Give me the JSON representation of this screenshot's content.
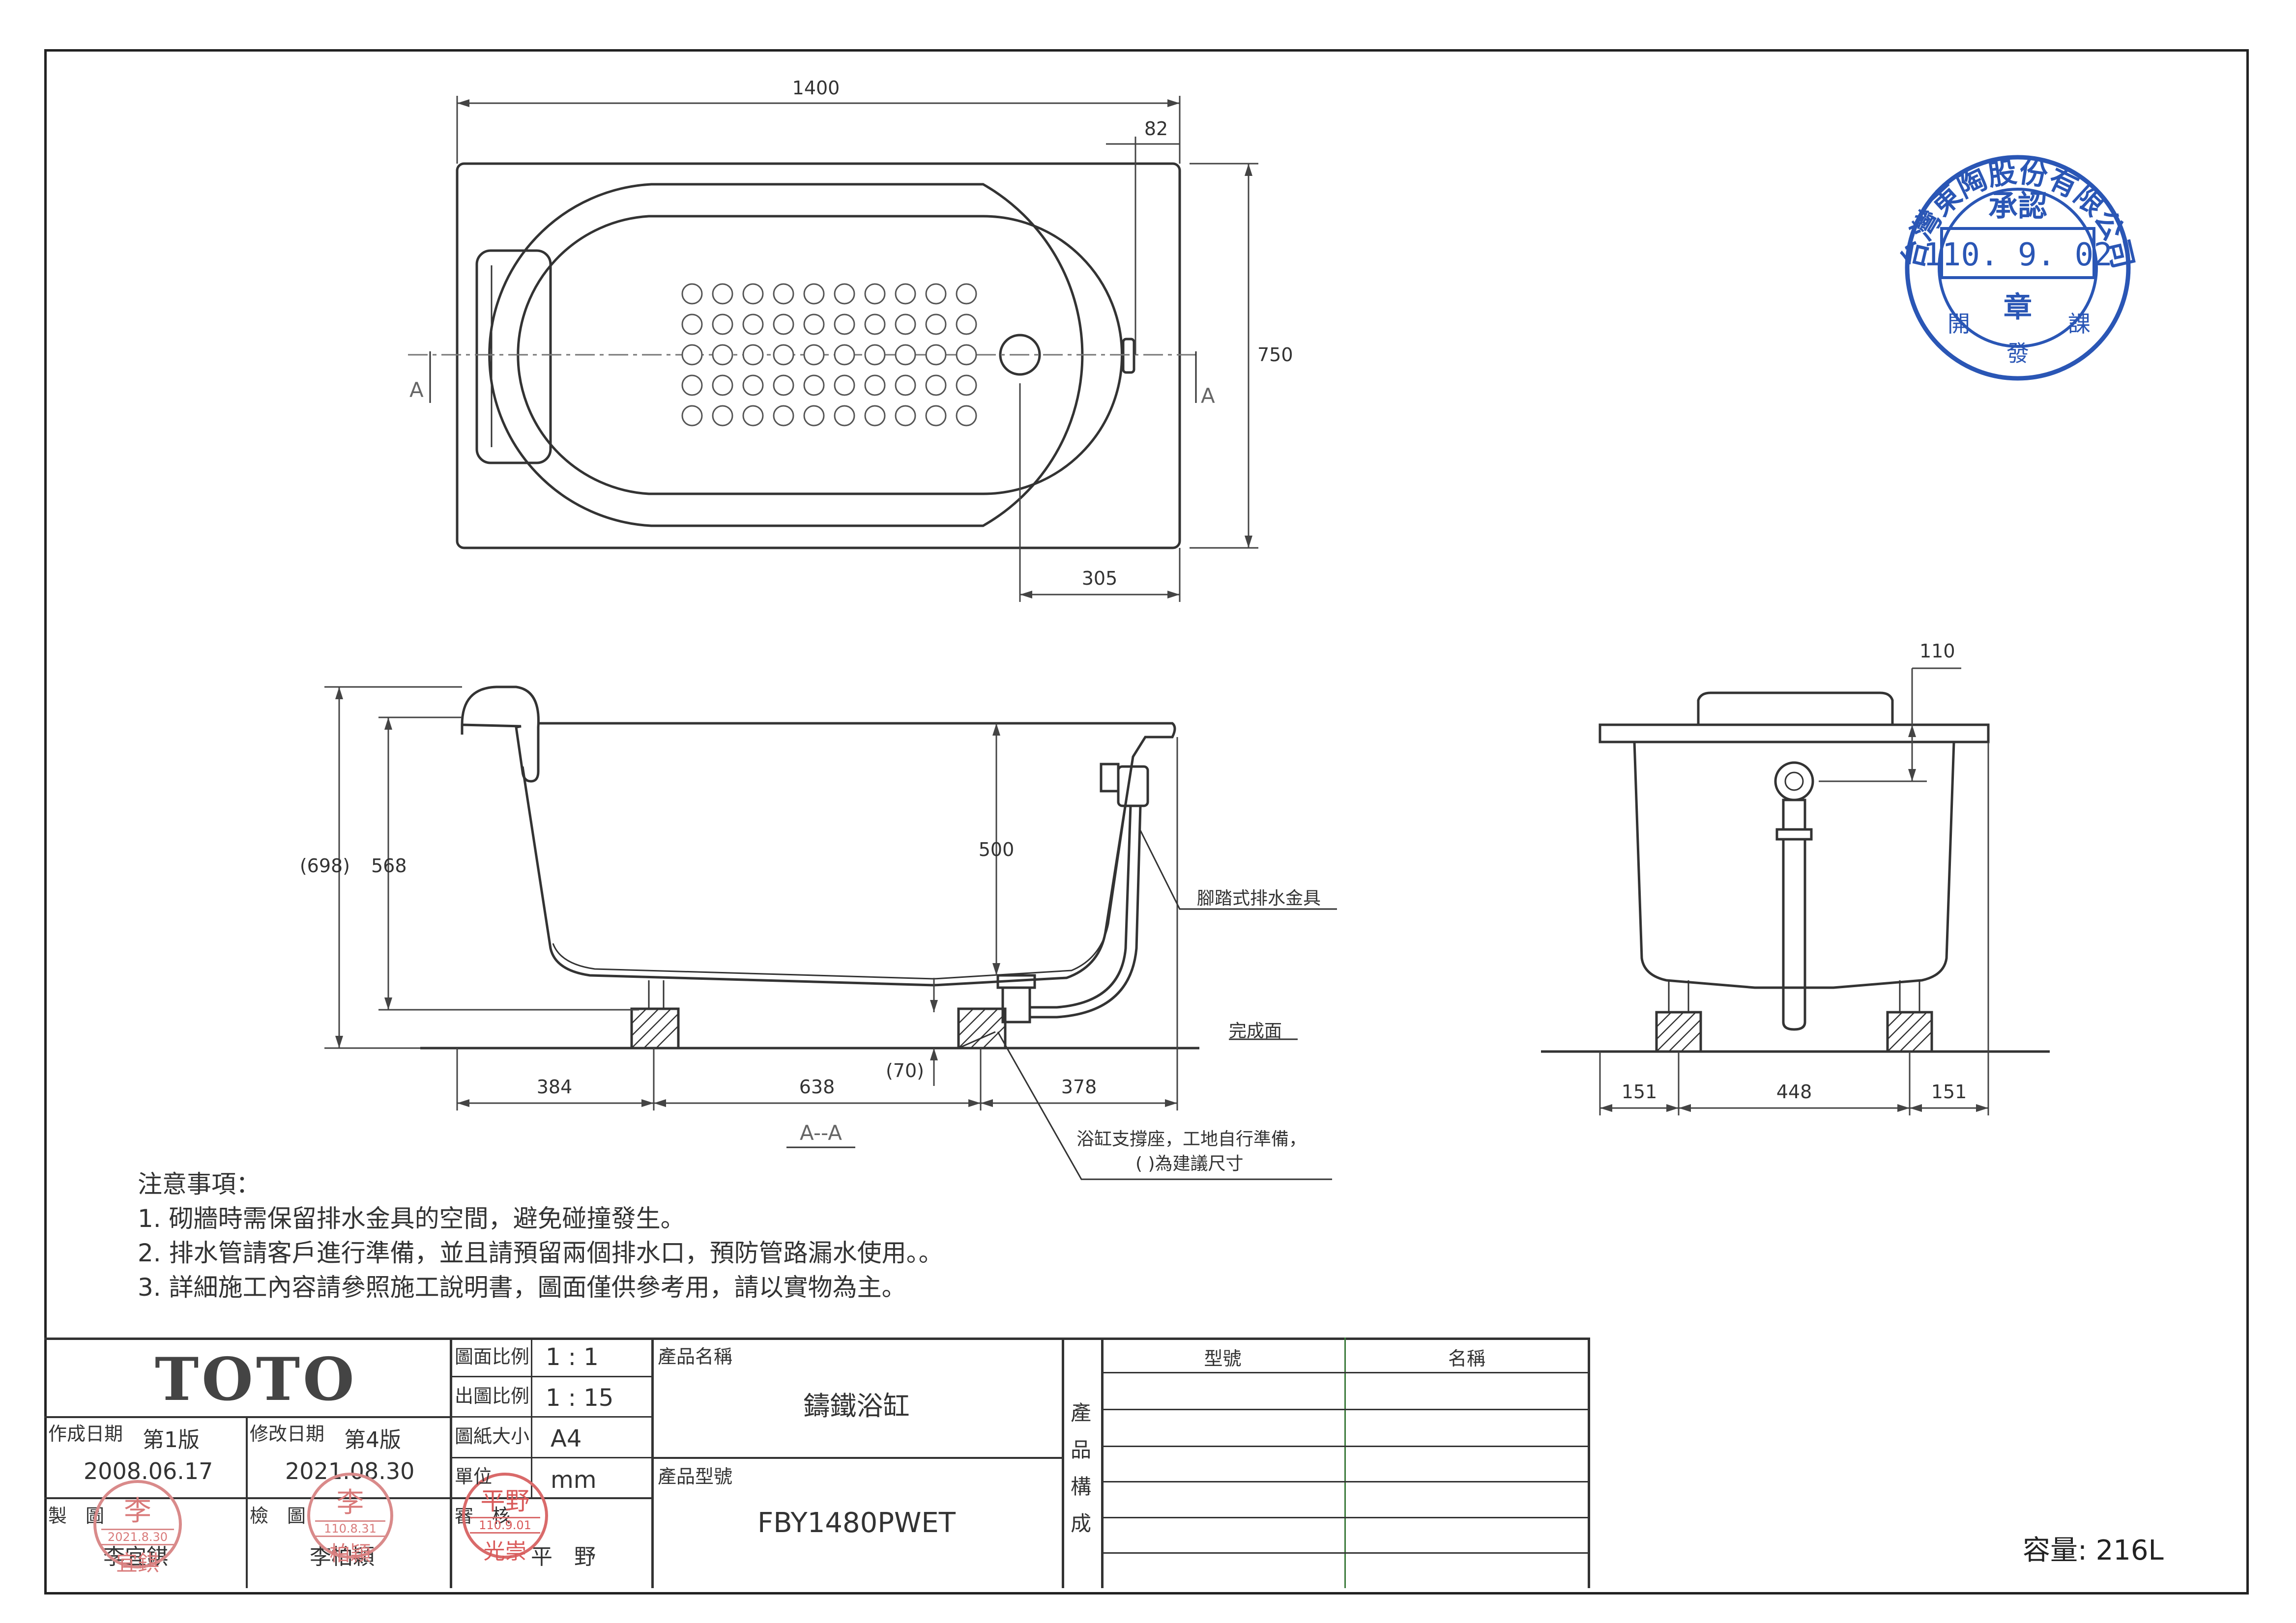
{
  "plan_view": {
    "dim_length": "1400",
    "dim_edge": "82",
    "dim_width": "750",
    "dim_drain": "305",
    "section_mark": "A"
  },
  "section_view": {
    "dim_height_total": "(698)",
    "dim_height": "568",
    "dim_depth": "500",
    "dim_gap": "(70)",
    "dim_left": "384",
    "dim_mid": "638",
    "dim_right": "378",
    "label_drain": "腳踏式排水金具",
    "label_floor": "完成面",
    "label_support": "浴缸支撐座，工地自行準備，",
    "label_paren": "(    )為建議尺寸",
    "section_title": "A--A"
  },
  "side_view": {
    "dim_top": "110",
    "dim_left": "151",
    "dim_mid": "448",
    "dim_right": "151"
  },
  "notes": {
    "title": "注意事項：",
    "items": [
      "1. 砌牆時需保留排水金具的空間，避免碰撞發生。",
      "2. 排水管請客戶進行準備，並且請預留兩個排水口，預防管路漏水使用。。",
      "3. 詳細施工內容請參照施工說明書，圖面僅供參考用，請以實物為主。"
    ]
  },
  "stamp_blue": {
    "ring_text": "台灣東陶股份有限公司",
    "center": "承認",
    "date": "110. 9. 02",
    "seal": "章",
    "left": "開",
    "bottom": "發",
    "right": "課"
  },
  "title_block": {
    "logo": "TOTO",
    "created_label": "作成日期",
    "created_version": "第1版",
    "created_date": "2008.06.17",
    "revised_label": "修改日期",
    "revised_version": "第4版",
    "revised_date": "2021.08.30",
    "drawn_label": "製　圖",
    "drawn_name": "李宜錤",
    "checked_label": "檢　圖",
    "checked_name": "李柏穎",
    "approved_label": "審　核",
    "approved_name": "平　野",
    "stamp1_top": "李",
    "stamp1_date": "2021.8.30",
    "stamp1_bottom": "宜錤",
    "stamp2_top": "李",
    "stamp2_date": "110.8.31",
    "stamp2_bottom": "柏穎",
    "stamp3_top": "平野",
    "stamp3_date": "110.9.01",
    "stamp3_bottom": "光崇",
    "scale_label": "圖面比例",
    "scale_value": "1 : 1",
    "print_scale_label": "出圖比例",
    "print_scale_value": "1 : 15",
    "paper_label": "圖紙大小",
    "paper_value": "A4",
    "unit_label": "單位",
    "unit_value": "mm",
    "product_name_label": "產品名稱",
    "product_name": "鑄鐵浴缸",
    "product_model_label": "產品型號",
    "product_model": "FBY1480PWET",
    "composition_label": [
      "產",
      "品",
      "構",
      "成"
    ],
    "col_model": "型號",
    "col_name": "名稱"
  },
  "capacity": "容量: 216L"
}
